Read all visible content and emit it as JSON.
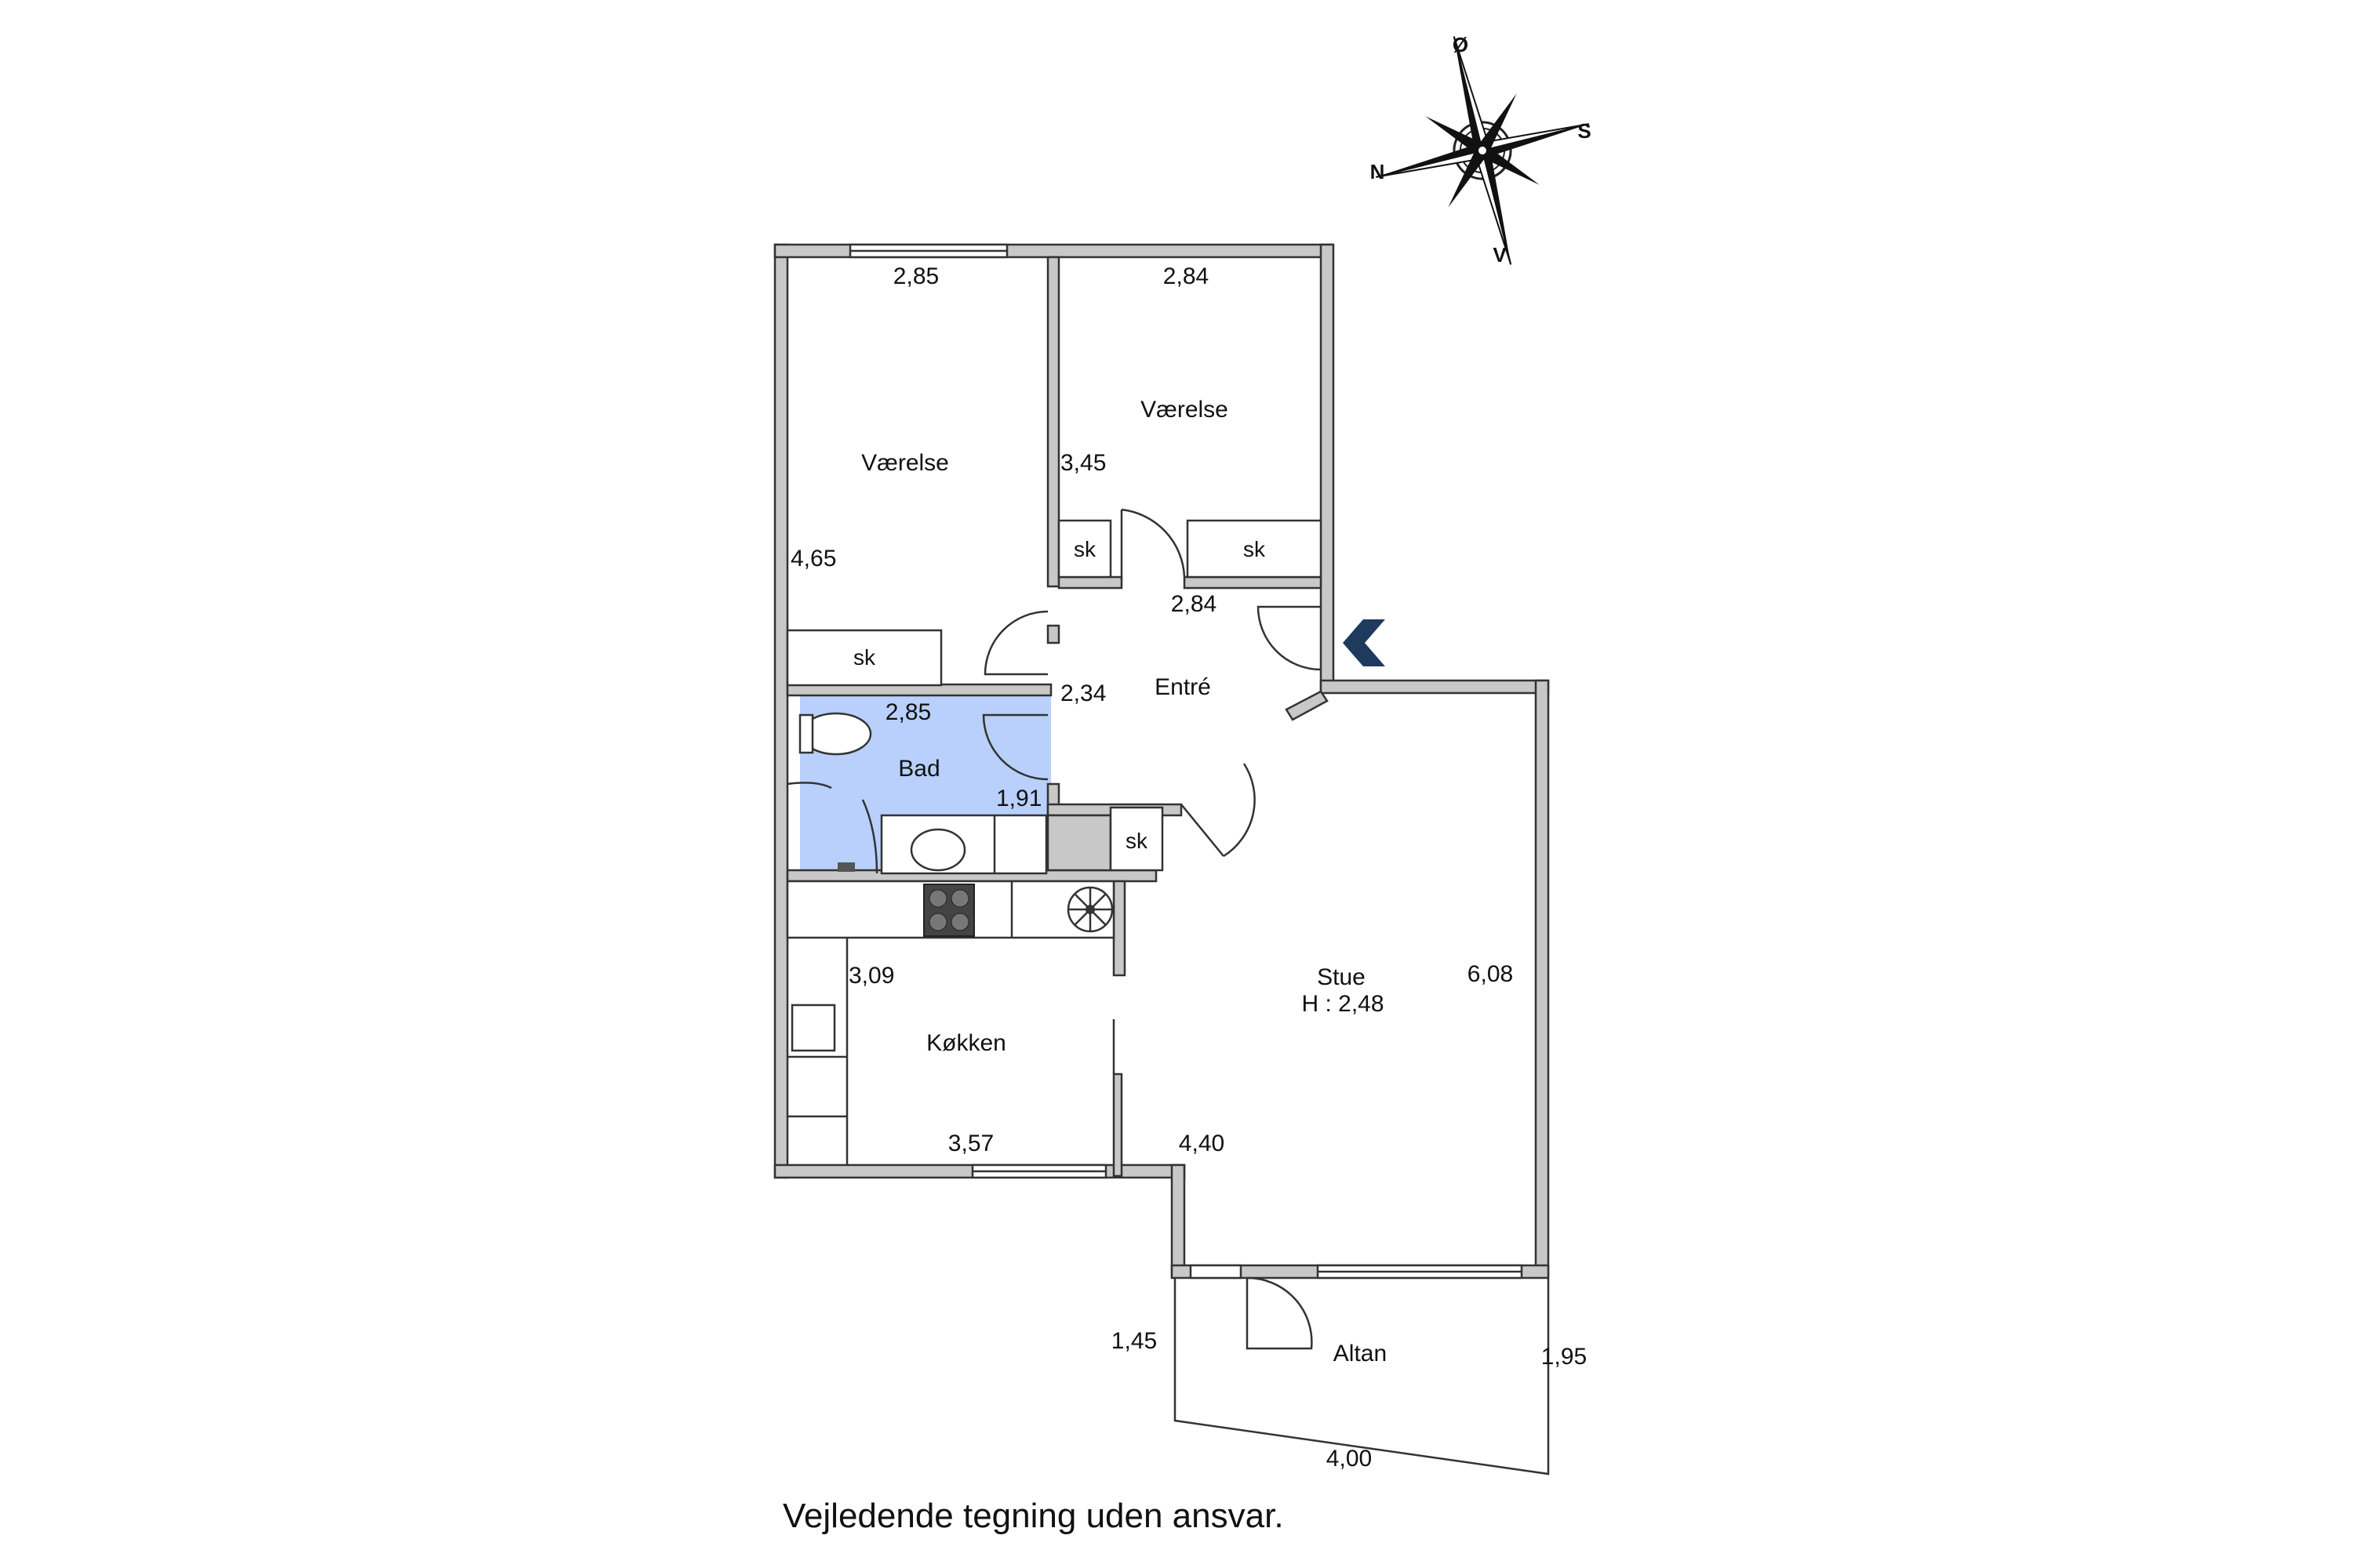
{
  "colors": {
    "wall": "#c8c8c8",
    "bath": "#b8d0fb",
    "entry_arrow": "#1e3a5c",
    "line": "#333333"
  },
  "compass": {
    "north": "N",
    "south": "S",
    "east": "Ø",
    "west": "V"
  },
  "rooms": {
    "bedroom_left": {
      "name": "Værelse",
      "width": "2,85",
      "depth": "4,65",
      "closet": "sk"
    },
    "bedroom_right": {
      "name": "Værelse",
      "width": "2,84",
      "depth": "3,45",
      "closet_a": "sk",
      "closet_b": "sk"
    },
    "entry": {
      "name": "Entré",
      "width": "2,84",
      "depth": "2,34",
      "closet": "sk"
    },
    "bath": {
      "name": "Bad",
      "width": "2,85",
      "depth": "1,91"
    },
    "kitchen": {
      "name": "Køkken",
      "width": "3,57",
      "depth": "3,09"
    },
    "living": {
      "name": "Stue",
      "height": "H : 2,48",
      "width": "4,40",
      "depth": "6,08"
    },
    "balcony": {
      "name": "Altan",
      "width": "4,00",
      "depth_left": "1,45",
      "depth_right": "1,95"
    }
  },
  "disclaimer": "Vejledende tegning uden ansvar."
}
